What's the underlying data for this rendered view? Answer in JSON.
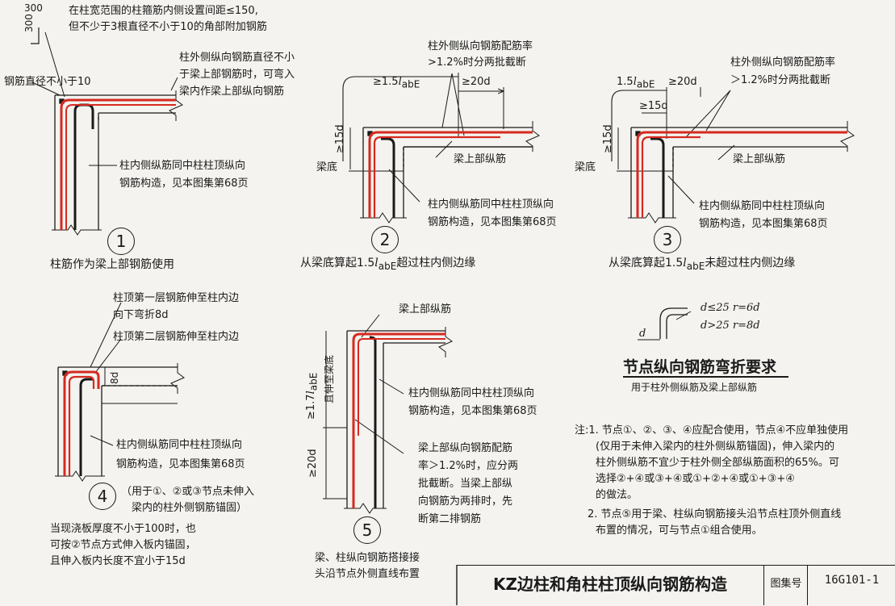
{
  "colors": {
    "rebar": "#d42a20",
    "line": "#1a1a1a",
    "background": "#f4f3ef"
  },
  "node1": {
    "dim": "300",
    "note_top_1": "在柱宽范围的柱箍筋内侧设置间距≤150,",
    "note_top_2": "但不少于3根直径不小于10的角部附加钢筋",
    "note_left": "钢筋直径不小于10",
    "note_right_1": "柱外侧纵向钢筋直径不小",
    "note_right_2": "于梁上部钢筋时，可弯入",
    "note_right_3": "梁内作梁上部纵向钢筋",
    "note_bottom_1": "柱内侧纵筋同中柱柱顶纵向",
    "note_bottom_2": "钢筋构造，见本图集第68页",
    "number": "1",
    "caption": "柱筋作为梁上部钢筋使用"
  },
  "node2": {
    "note_top_1": "柱外侧纵向钢筋配筋率",
    "note_top_2": ">1.2%时分两批截断",
    "dim_a": "≥1.5",
    "dim_a_sym": "l",
    "dim_a_sub": "abE",
    "dim_b": "≥20d",
    "dim_side": "≥15d",
    "beam_bottom": "梁底",
    "beam_top_label": "梁上部纵筋",
    "note_bottom_1": "柱内侧纵筋同中柱柱顶纵向",
    "note_bottom_2": "钢筋构造，见本图集第68页",
    "number": "2",
    "caption_pre": "从梁底算起1.5",
    "caption_sym": "l",
    "caption_sub": "abE",
    "caption_post": "超过柱内侧边缘"
  },
  "node3": {
    "note_top_1": "柱外侧纵向钢筋配筋率",
    "note_top_2": "＞1.2%时分两批截断",
    "dim_a": "1.5",
    "dim_a_sym": "l",
    "dim_a_sub": "abE",
    "dim_b": "≥20d",
    "dim_c": "≥15d",
    "dim_side": "≥15d",
    "beam_bottom": "梁底",
    "beam_top_label": "梁上部纵筋",
    "note_bottom_1": "柱内侧纵筋同中柱柱顶纵向",
    "note_bottom_2": "钢筋构造，见本图集第68页",
    "number": "3",
    "caption_pre": "从梁底算起1.5",
    "caption_sym": "l",
    "caption_sub": "abE",
    "caption_post": "未超过柱内侧边缘"
  },
  "node4": {
    "note_top_1": "柱顶第一层钢筋伸至柱内边",
    "note_top_2": "向下弯折8d",
    "note_top_3": "柱顶第二层钢筋伸至柱内边",
    "dim_8d": "8d",
    "note_bottom_1": "柱内侧纵筋同中柱柱顶纵向",
    "note_bottom_2": "钢筋构造，见本图集第68页",
    "number": "4",
    "number_note_1": "（用于①、②或③节点未伸入",
    "number_note_2": "梁内的柱外侧钢筋锚固）",
    "extra_1": "当现浇板厚度不小于100时，也",
    "extra_2": "可按②节点方式伸入板内锚固，",
    "extra_3": "且伸入板内长度不宜小于15d"
  },
  "node5": {
    "beam_top_label": "梁上部纵筋",
    "dim_a": "≥1.7",
    "dim_a_sym": "l",
    "dim_a_sub": "abE",
    "dim_a_note": "且伸至梁底",
    "dim_b": "≥20d",
    "note_right_1": "柱内侧纵筋同中柱柱顶纵向",
    "note_right_2": "钢筋构造，见本图集第68页",
    "note_mid_1": "梁上部纵向钢筋配筋",
    "note_mid_2": "率＞1.2%时，应分两",
    "note_mid_3": "批截断。当梁上部纵",
    "note_mid_4": "向钢筋为两排时，先",
    "note_mid_5": "断第二排钢筋",
    "number": "5",
    "caption_1": "梁、柱纵向钢筋搭接接",
    "caption_2": "头沿节点外侧直线布置"
  },
  "bend": {
    "rule_1": "d≤25  r=6d",
    "rule_2": "d>25  r=8d",
    "d_label": "d",
    "title": "节点纵向钢筋弯折要求",
    "subtitle": "用于柱外侧纵筋及梁上部纵筋"
  },
  "notes": {
    "n1_1": "注:1. 节点①、②、③、④应配合使用，节点④不应单独使用",
    "n1_2": "(仅用于未伸入梁内的柱外侧纵筋锚固)，伸入梁内的",
    "n1_3": "柱外侧纵筋不宜少于柱外侧全部纵筋面积的65%。可",
    "n1_4": "选择②+④或③+④或①+②+④或①+③+④",
    "n1_5": "的做法。",
    "n2_1": "2. 节点⑤用于梁、柱纵向钢筋接头沿节点柱顶外侧直线",
    "n2_2": "布置的情况，可与节点①组合使用。"
  },
  "titleblock": {
    "title": "KZ边柱和角柱柱顶纵向钢筋构造",
    "label": "图集号",
    "value": "16G101-1"
  }
}
